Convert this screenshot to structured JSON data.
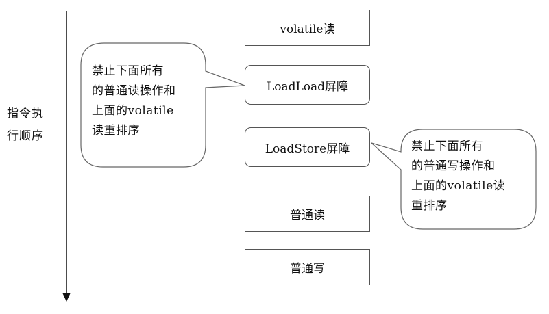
{
  "axis": {
    "label": "指令执\n行顺序"
  },
  "boxes": [
    {
      "id": "volatile-read",
      "label": "volatile读",
      "style": "square"
    },
    {
      "id": "loadload-barrier",
      "label": "LoadLoad屏障",
      "style": "rounded"
    },
    {
      "id": "loadstore-barrier",
      "label": "LoadStore屏障",
      "style": "rounded"
    },
    {
      "id": "normal-read",
      "label": "普通读",
      "style": "square"
    },
    {
      "id": "normal-write",
      "label": "普通写",
      "style": "square"
    }
  ],
  "callouts": {
    "left": {
      "text": "禁止下面所有\n的普通读操作和\n上面的volatile\n读重排序"
    },
    "right": {
      "text": "禁止下面所有\n的普通写操作和\n上面的volatile读\n重排序"
    }
  }
}
